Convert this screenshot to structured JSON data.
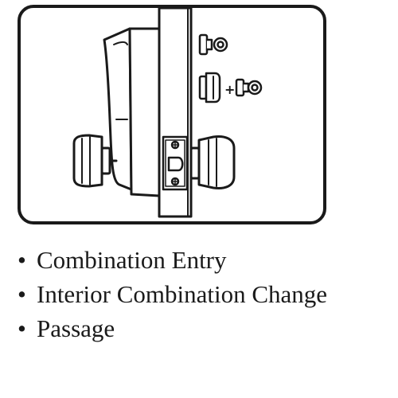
{
  "illustration": {
    "subject": "lock-diagram",
    "stroke_color": "#1a1a1a",
    "fill_color": "#ffffff",
    "icons": [
      "key-icon",
      "thumbturn-icon",
      "plus-icon",
      "key-icon"
    ],
    "symbols": {
      "plus": "+"
    }
  },
  "features": {
    "bullet": "•",
    "items": [
      "Combination Entry",
      "Interior Combination Change",
      "Passage"
    ]
  }
}
